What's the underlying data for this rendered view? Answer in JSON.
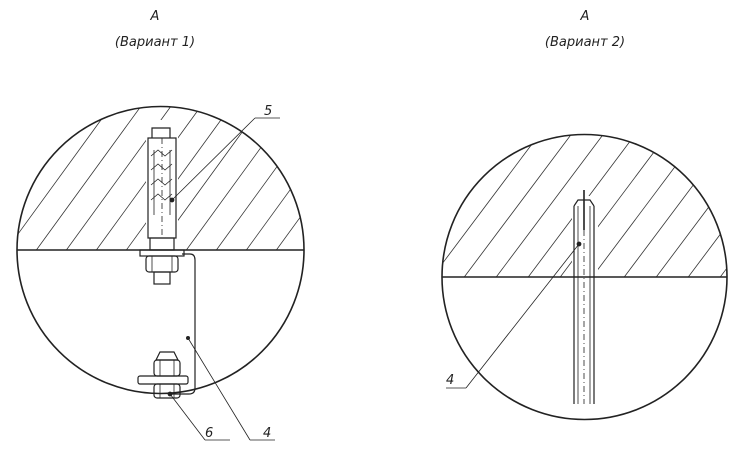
{
  "views": [
    {
      "letter": "А",
      "variant": "(Вариант 1)"
    },
    {
      "letter": "А",
      "variant": "(Вариант 2)"
    }
  ],
  "callouts": {
    "v1_anchor": "5",
    "v1_nut": "6",
    "v1_wire": "4",
    "v2_rod": "4"
  }
}
